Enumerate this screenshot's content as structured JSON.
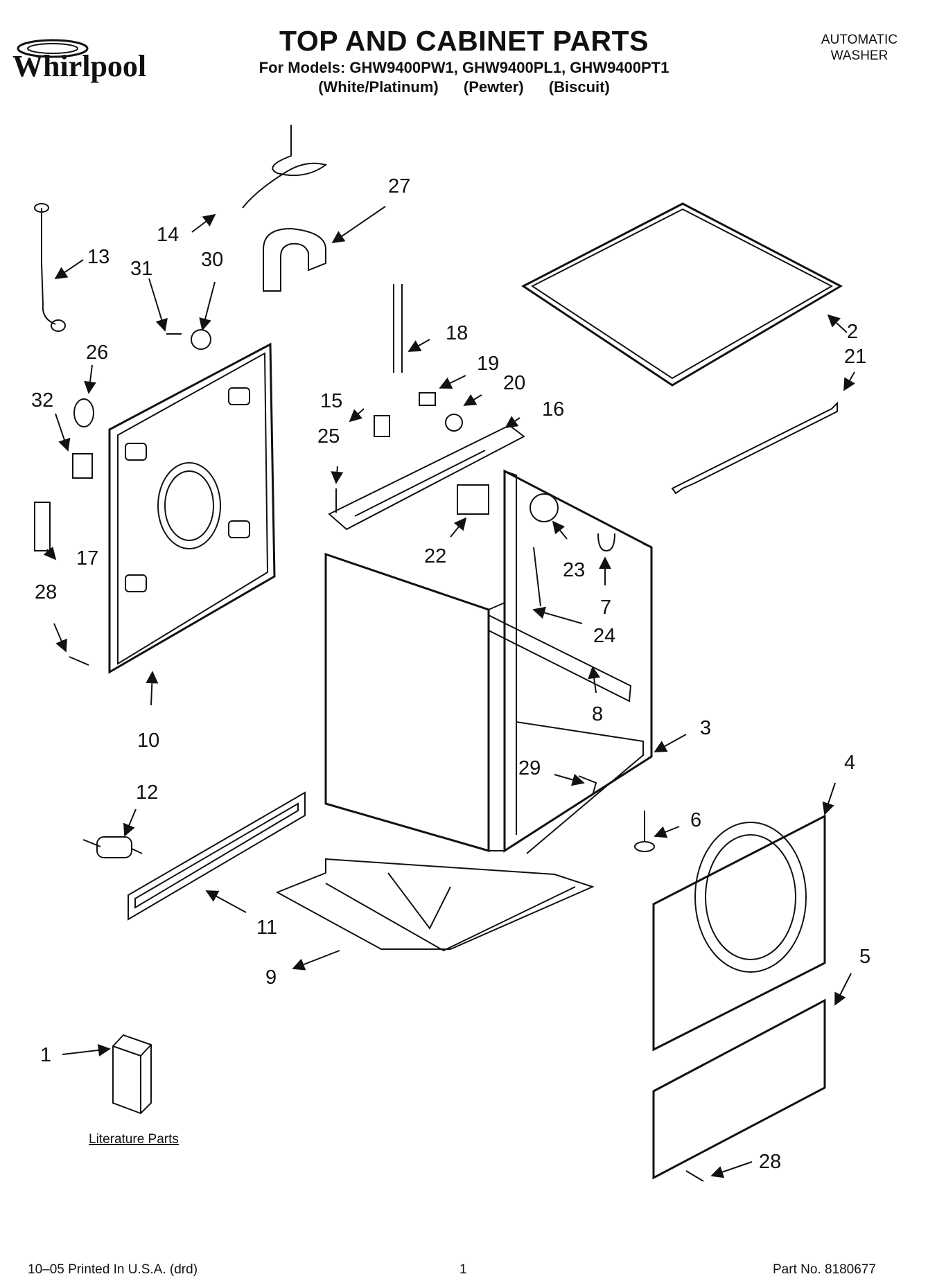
{
  "brand": "Whirlpool",
  "header": {
    "title": "TOP AND CABINET PARTS",
    "models_line": "For Models: GHW9400PW1, GHW9400PL1, GHW9400PT1",
    "variants": [
      "(White/Platinum)",
      "(Pewter)",
      "(Biscuit)"
    ],
    "doc_type_line1": "AUTOMATIC",
    "doc_type_line2": "WASHER"
  },
  "callouts": [
    "1",
    "2",
    "3",
    "4",
    "5",
    "6",
    "7",
    "8",
    "9",
    "10",
    "11",
    "12",
    "13",
    "14",
    "15",
    "16",
    "17",
    "18",
    "19",
    "20",
    "21",
    "22",
    "23",
    "24",
    "25",
    "26",
    "27",
    "28",
    "28",
    "29",
    "30",
    "31",
    "32"
  ],
  "literature_label": "Literature Parts",
  "footer": {
    "print_info": "10–05 Printed In U.S.A. (drd)",
    "page_number": "1",
    "part_number": "Part No. 8180677"
  }
}
